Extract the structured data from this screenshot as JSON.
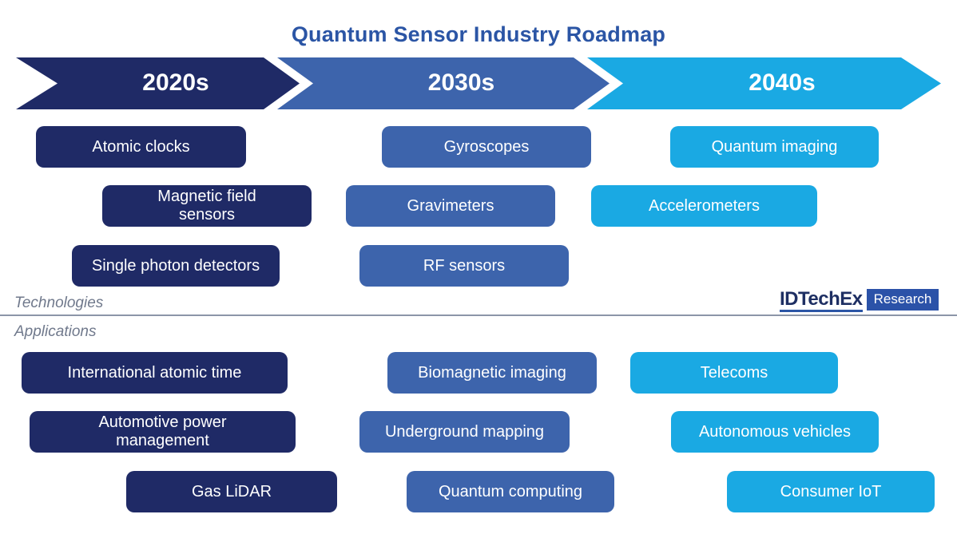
{
  "title": "Quantum Sensor Industry Roadmap",
  "timeline": {
    "eras": [
      {
        "label": "2020s",
        "color": "#1F2A66"
      },
      {
        "label": "2030s",
        "color": "#3D64AC"
      },
      {
        "label": "2040s",
        "color": "#1AA9E3"
      }
    ]
  },
  "sections": {
    "technologies": "Technologies",
    "applications": "Applications"
  },
  "technologies": [
    {
      "era": "2020s",
      "label": "Atomic clocks"
    },
    {
      "era": "2030s",
      "label": "Gyroscopes"
    },
    {
      "era": "2040s",
      "label": "Quantum imaging"
    },
    {
      "era": "2020s",
      "label": "Magnetic field sensors"
    },
    {
      "era": "2030s",
      "label": "Gravimeters"
    },
    {
      "era": "2040s",
      "label": "Accelerometers"
    },
    {
      "era": "2020s",
      "label": "Single photon detectors"
    },
    {
      "era": "2030s",
      "label": "RF sensors"
    }
  ],
  "applications": [
    {
      "era": "2020s",
      "label": "International atomic time"
    },
    {
      "era": "2030s",
      "label": "Biomagnetic imaging"
    },
    {
      "era": "2040s",
      "label": "Telecoms"
    },
    {
      "era": "2020s",
      "label": "Automotive power management"
    },
    {
      "era": "2030s",
      "label": "Underground mapping"
    },
    {
      "era": "2040s",
      "label": "Autonomous vehicles"
    },
    {
      "era": "2020s",
      "label": "Gas LiDAR"
    },
    {
      "era": "2030s",
      "label": "Quantum computing"
    },
    {
      "era": "2040s",
      "label": "Consumer IoT"
    }
  ],
  "logo": {
    "name": "IDTechEx",
    "badge": "Research"
  },
  "colors": {
    "era_2020s": "#1F2A66",
    "era_2030s": "#3D64AC",
    "era_2040s": "#1AA9E3",
    "title": "#2B55A5",
    "section_label": "#70798C",
    "divider_line": "#8C95A8",
    "logo_badge_bg": "#2B52A8"
  }
}
